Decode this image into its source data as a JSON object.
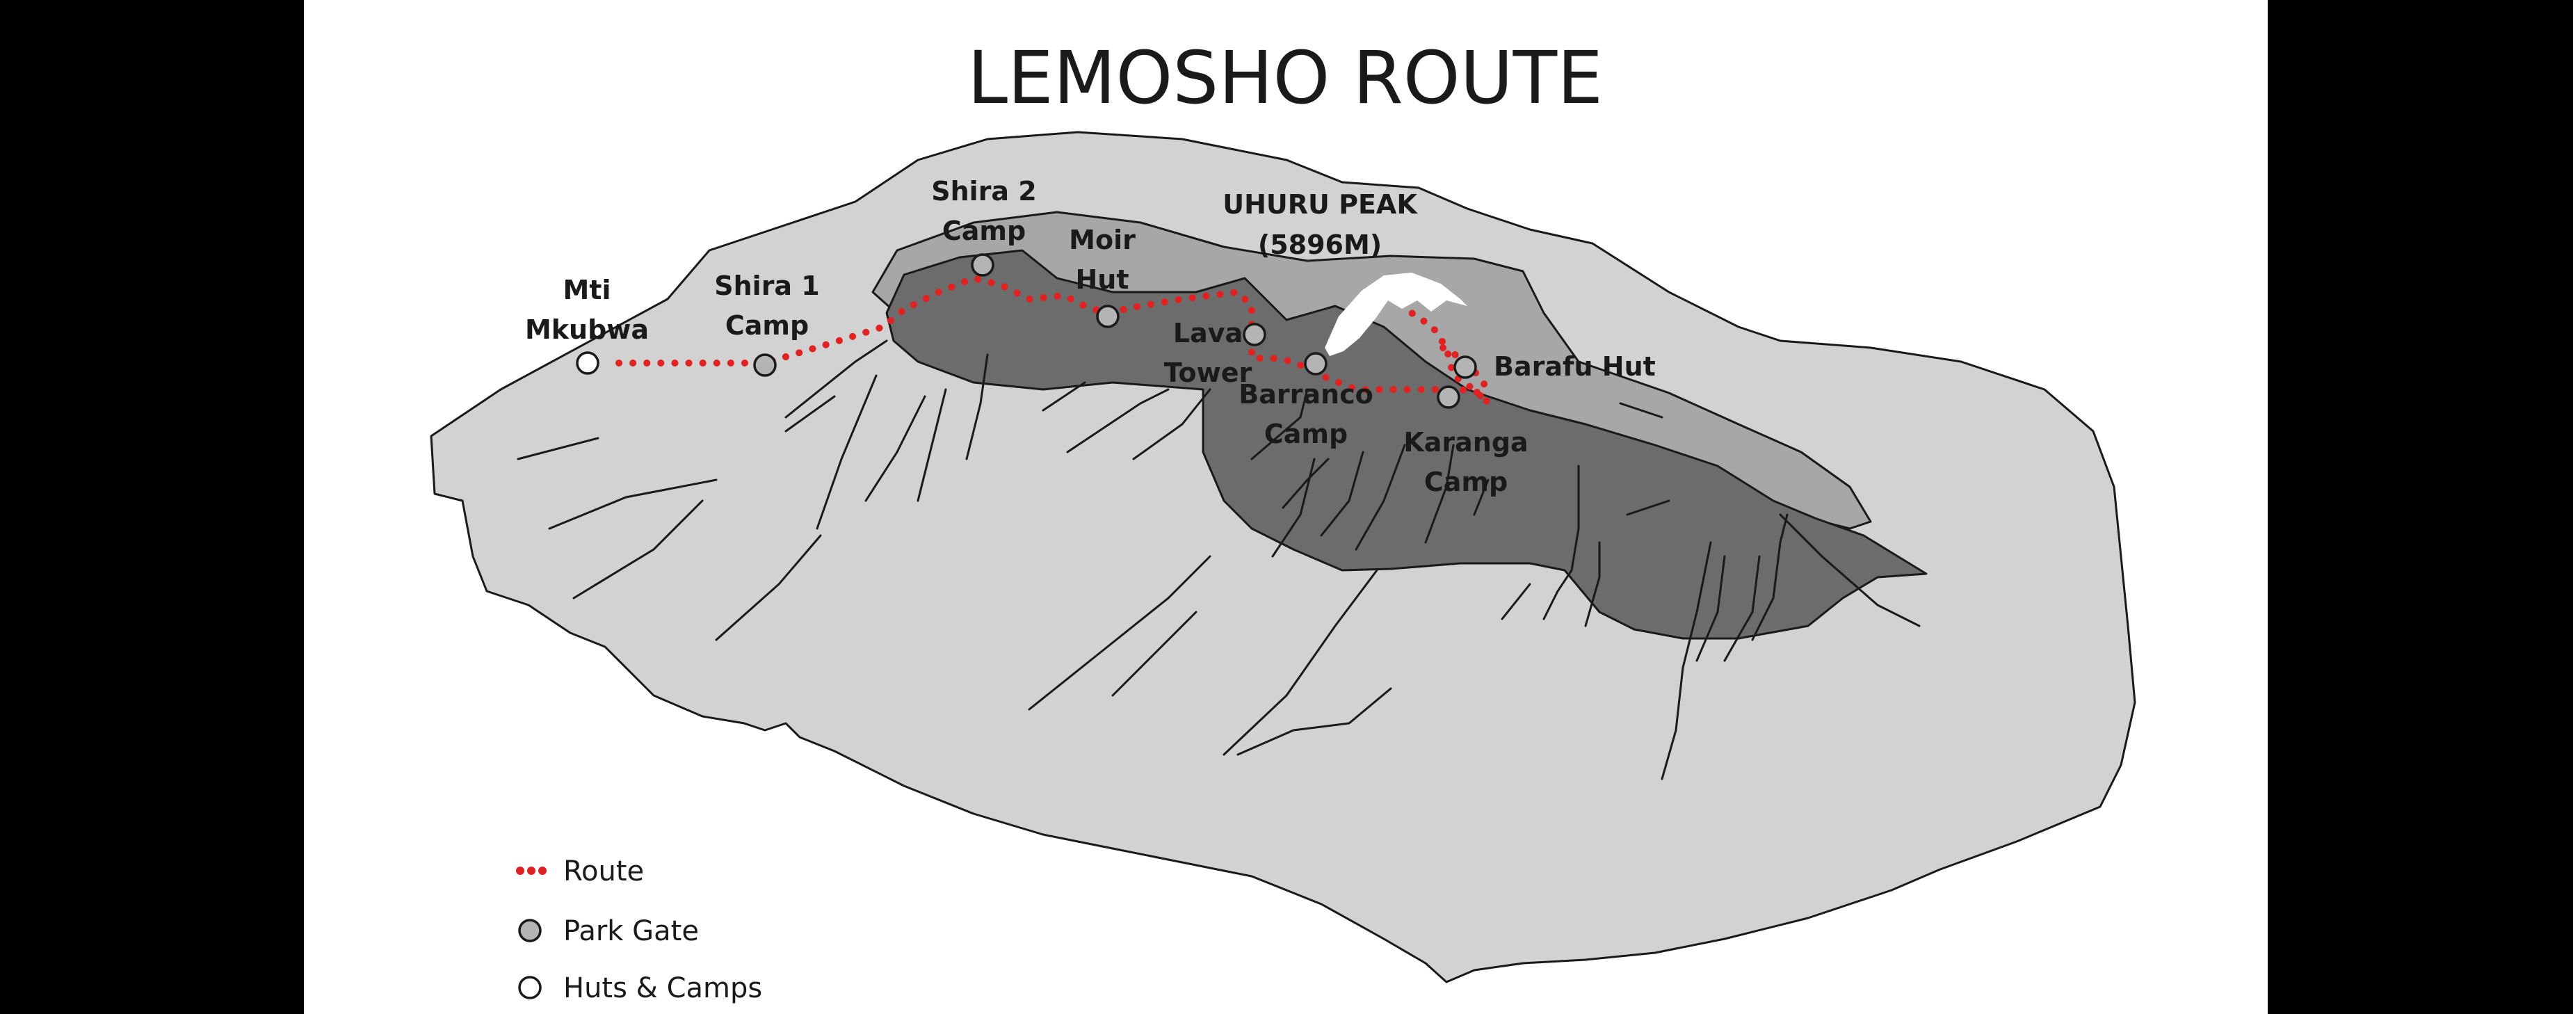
{
  "map": {
    "title": "LEMOSHO ROUTE",
    "summit": {
      "line1": "UHURU PEAK",
      "line2": "(5896M)"
    },
    "locations": [
      {
        "id": "mti-mkubwa",
        "line1": "Mti",
        "line2": "Mkubwa",
        "type": "huts-camps"
      },
      {
        "id": "shira-1-camp",
        "line1": "Shira 1",
        "line2": "Camp",
        "type": "park-gate"
      },
      {
        "id": "shira-2-camp",
        "line1": "Shira 2",
        "line2": "Camp",
        "type": "park-gate"
      },
      {
        "id": "moir-hut",
        "line1": "Moir",
        "line2": "Hut",
        "type": "park-gate"
      },
      {
        "id": "lava-tower",
        "line1": "Lava",
        "line2": "Tower",
        "type": "park-gate"
      },
      {
        "id": "barranco-camp",
        "line1": "Barranco",
        "line2": "Camp",
        "type": "park-gate"
      },
      {
        "id": "barafu-hut",
        "line1": "Barafu Hut",
        "line2": "",
        "type": "park-gate"
      },
      {
        "id": "karanga-camp",
        "line1": "Karanga",
        "line2": "Camp",
        "type": "park-gate"
      }
    ],
    "colors": {
      "background": "#000000",
      "panel": "#ffffff",
      "outer_slope": "#d2d2d2",
      "mid_slope": "#a7a7a7",
      "inner_slope": "#6c6c6c",
      "route": "#e02222",
      "text": "#1a1a1a"
    }
  },
  "legend": {
    "route": "Route",
    "park_gate": "Park Gate",
    "huts_camps": "Huts & Camps"
  }
}
